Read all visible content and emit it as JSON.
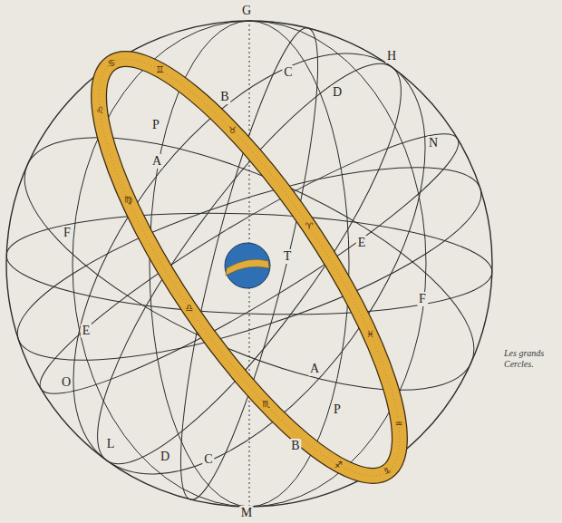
{
  "diagram": {
    "caption": "Les grands Cercles.",
    "labels": [
      "G",
      "H",
      "C",
      "D",
      "B",
      "P",
      "A",
      "N",
      "F",
      "E",
      "T",
      "F",
      "E",
      "A",
      "O",
      "P",
      "L",
      "D",
      "C",
      "B",
      "M",
      "♋",
      "♌",
      "♍",
      "♎",
      "♏",
      "♐",
      "♑",
      "♒",
      "♓",
      "♈",
      "♉",
      "♊"
    ]
  }
}
